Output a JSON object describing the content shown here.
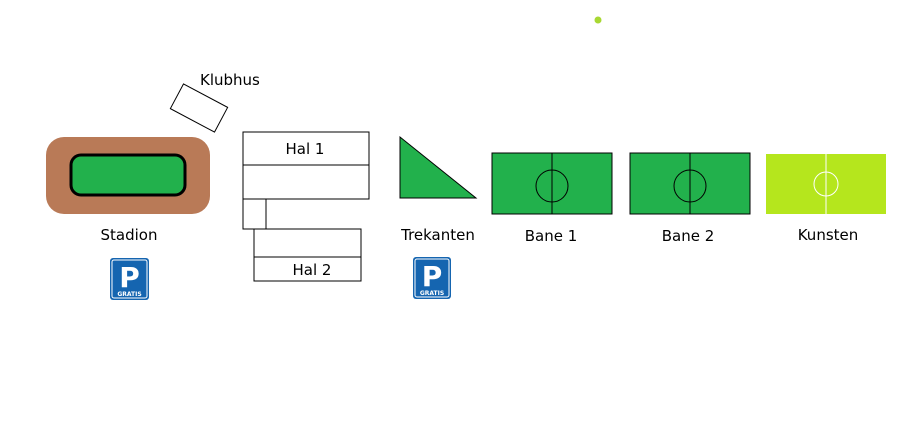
{
  "facilities": {
    "klubhus": "Klubhus",
    "stadion": "Stadion",
    "hal1": "Hal 1",
    "hal2": "Hal 2",
    "trekanten": "Trekanten",
    "bane1": "Bane 1",
    "bane2": "Bane 2",
    "kunsten": "Kunsten"
  },
  "parking": {
    "letter": "P",
    "sublabel": "GRATIS"
  },
  "colors": {
    "grass": "#22b14c",
    "artificial_turf": "#b5e61d",
    "track": "#b97a57",
    "parking_blue": "#1565b0",
    "marker": "#a8d832"
  },
  "icons": {
    "parking": "parking-sign-icon",
    "marker": "dot-marker-icon"
  }
}
